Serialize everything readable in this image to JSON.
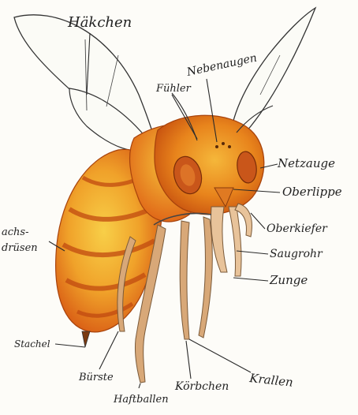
{
  "labels": {
    "haekchen": "Häkchen",
    "fuehler": "Fühler",
    "nebenaugen": "Nebenaugen",
    "netzauge": "Netzauge",
    "oberlippe": "Oberlippe",
    "oberkiefer": "Oberkiefer",
    "saugrohr": "Saugrohr",
    "zunge": "Zunge",
    "krallen": "Krallen",
    "koerbchen": "Körbchen",
    "haftballen": "Haftballen",
    "buerste": "Bürste",
    "stachel": "Stachel",
    "wachsdruesen_1": "achs-",
    "wachsdruesen_2": "drüsen"
  },
  "colors": {
    "body_orange": "#e8731a",
    "body_yellow": "#f6c23a",
    "stripe_dark": "#c04a10",
    "head_orange": "#e36a12",
    "legs": "#d2a070"
  }
}
